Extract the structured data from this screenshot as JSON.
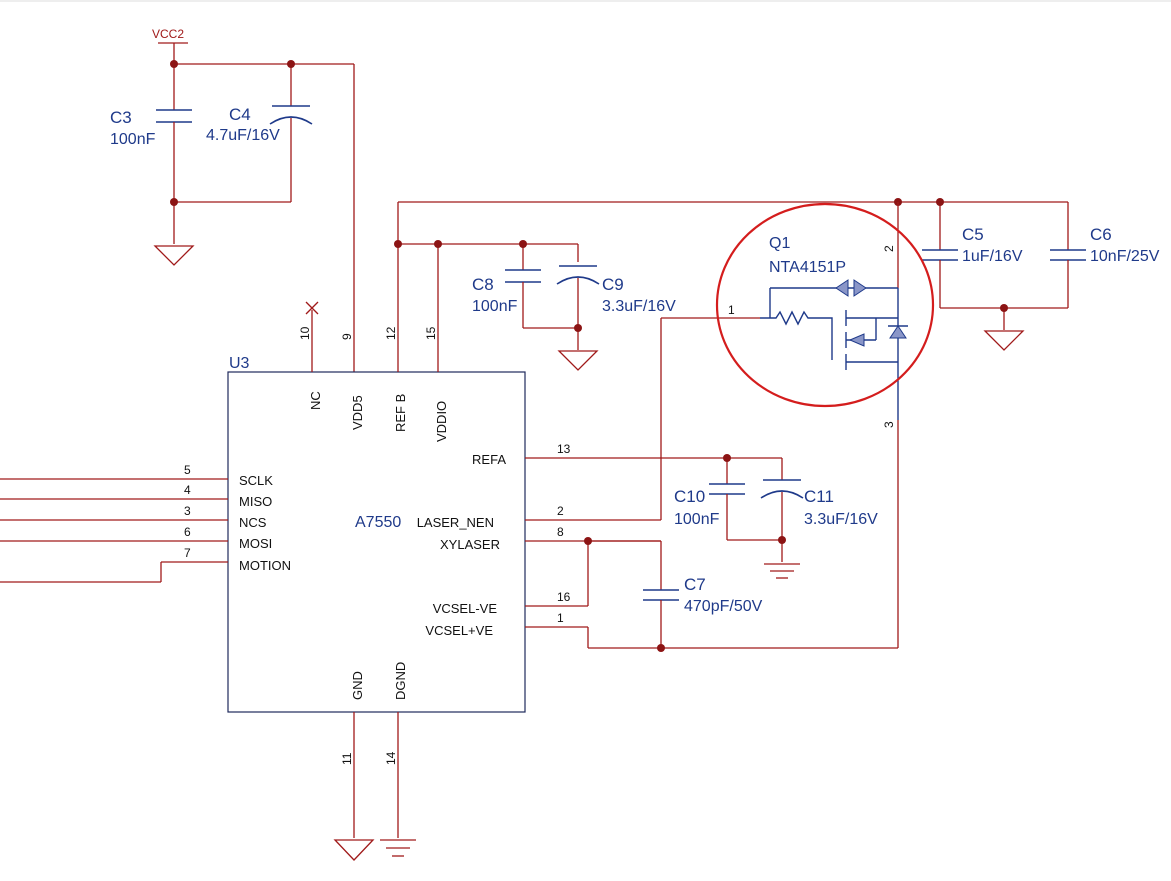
{
  "net_labels": {
    "vcc2": "VCC2"
  },
  "ic": {
    "ref": "U3",
    "part": "A7550",
    "top_pins": [
      {
        "num": "10",
        "name": "NC"
      },
      {
        "num": "9",
        "name": "VDD5"
      },
      {
        "num": "12",
        "name": "REF B"
      },
      {
        "num": "15",
        "name": "VDDIO"
      }
    ],
    "left_pins": [
      {
        "num": "5",
        "name": "SCLK"
      },
      {
        "num": "4",
        "name": "MISO"
      },
      {
        "num": "3",
        "name": "NCS"
      },
      {
        "num": "6",
        "name": "MOSI"
      },
      {
        "num": "7",
        "name": "MOTION"
      }
    ],
    "right_pins": [
      {
        "num": "13",
        "name": "REFA"
      },
      {
        "num": "2",
        "name": "LASER_NEN"
      },
      {
        "num": "8",
        "name": "XYLASER"
      },
      {
        "num": "16",
        "name": "VCSEL-VE"
      },
      {
        "num": "1",
        "name": "VCSEL+VE"
      }
    ],
    "bottom_pins": [
      {
        "num": "11",
        "name": "GND"
      },
      {
        "num": "14",
        "name": "DGND"
      }
    ]
  },
  "capacitors": {
    "c3": {
      "ref": "C3",
      "value": "100nF"
    },
    "c4": {
      "ref": "C4",
      "value": "4.7uF/16V"
    },
    "c5": {
      "ref": "C5",
      "value": "1uF/16V"
    },
    "c6": {
      "ref": "C6",
      "value": "10nF/25V"
    },
    "c7": {
      "ref": "C7",
      "value": "470pF/50V"
    },
    "c8": {
      "ref": "C8",
      "value": "100nF"
    },
    "c9": {
      "ref": "C9",
      "value": "3.3uF/16V"
    },
    "c10": {
      "ref": "C10",
      "value": "100nF"
    },
    "c11": {
      "ref": "C11",
      "value": "3.3uF/16V"
    }
  },
  "transistor": {
    "ref": "Q1",
    "part": "NTA4151P",
    "pins": {
      "gate": "1",
      "top": "2",
      "bottom": "3"
    }
  },
  "colors": {
    "wire": "#a01a1a",
    "component": "#1f3a8a",
    "junction": "#8c1414",
    "highlight_circle": "#d41d1d"
  }
}
